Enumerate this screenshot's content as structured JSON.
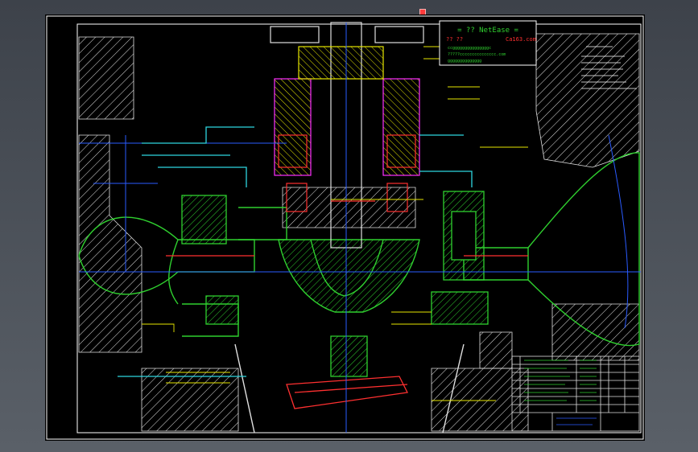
{
  "viewport": {
    "background_top": "#3d424a",
    "background_bottom": "#5a6068"
  },
  "drawing": {
    "stamp": {
      "brand": "= ?? NetEase =",
      "line1_left": "?? ??",
      "line1_right": "Ca163.com",
      "link1": "ccgggggggggggggggc",
      "link2": "?????ccccccccccccccc.com",
      "link3": "gggggggggggggg"
    },
    "colors": {
      "frame": "#ffffff",
      "green": "#2fd02f",
      "yellow": "#e6e600",
      "blue": "#2a5bff",
      "red": "#ff3030",
      "cyan": "#2ed6e0",
      "magenta": "#ff2bd6",
      "white": "#ffffff"
    }
  }
}
